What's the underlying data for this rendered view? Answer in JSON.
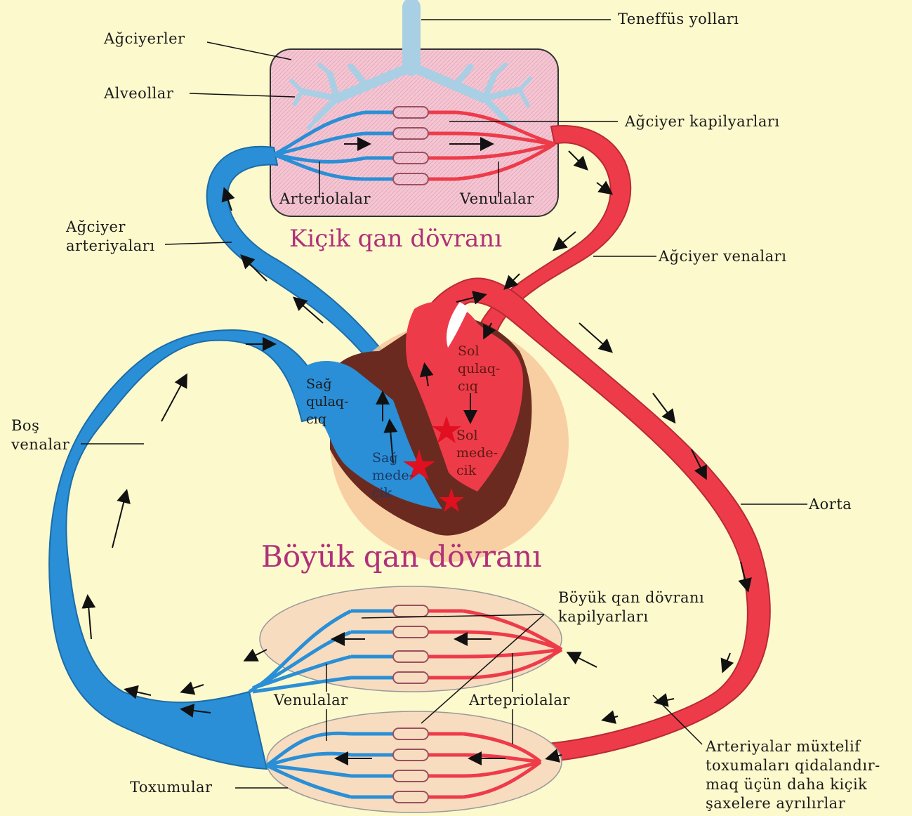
{
  "titles": {
    "small": "Kiçik qan dövranı",
    "big": "Böyük qan dövranı"
  },
  "labels": {
    "airways": "Teneffüs yolları",
    "lungs": "Ağciyerler",
    "alveoli": "Alveollar",
    "lung_capillaries": "Ağciyer kapilyarları",
    "arterioles_top": "Arteriolalar",
    "venules_top": "Venulalar",
    "pulmonary_arteries": "Ağciyer\narteriyaları",
    "pulmonary_veins": "Ağciyer venaları",
    "vena_cava": "Boş\nvenalar",
    "aorta": "Aorta",
    "systemic_capillaries": "Böyük qan dövranı\nkapilyarları",
    "venules_bottom": "Venulalar",
    "arterioles_bottom": "Artepriolalar",
    "arteries_note": "Arteriyalar müxtelif\ntoxumaları qidalandır-\nmaq üçün daha kiçik\nşaxelere ayrılırlar",
    "tissues": "Toxumular"
  },
  "heart": {
    "right_atrium": "Sağ\nqulaq-\ncıq",
    "left_atrium": "Sol\nqulaq-\ncıq",
    "right_ventricle": "Sağ\nmede-\ncik",
    "left_ventricle": "Sol\nmede-\ncik"
  },
  "colors": {
    "oxygenated": "#ee3b4a",
    "deoxygenated": "#2a8fd6",
    "lung_tissue": "#f4c6d3",
    "title": "#b0307a",
    "highlight": "#f7c89a",
    "star": "#e01020"
  }
}
